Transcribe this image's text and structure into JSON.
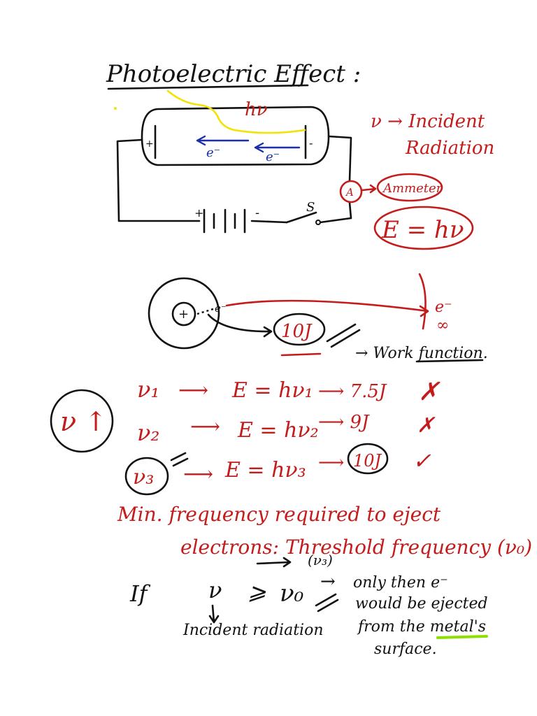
{
  "title": "Photoelectric Effect :",
  "circuit": {
    "photon_label": "hν",
    "plus_left": "+",
    "minus_right": "-",
    "electron_left": "e⁻",
    "electron_right": "e⁻",
    "battery_plus": "+",
    "battery_minus": "-",
    "switch_label": "S",
    "ammeter_symbol": "A",
    "ammeter_label": "Ammeter",
    "equation": "E = hν"
  },
  "notes": {
    "nu_definition": "ν → Incident",
    "nu_definition_2": "Radiation"
  },
  "atom": {
    "nucleus": "+",
    "electron": "e⁻",
    "infinity_label": "e⁻",
    "infinity_symbol": "∞",
    "energy_box": "10J",
    "work_function": "→ Work function."
  },
  "frequency_increase": "ν ↑",
  "rows": [
    {
      "nu": "ν₁",
      "arrow": "⟶",
      "eq": "E = hν₁",
      "energy": "⟶ 7.5J",
      "mark": "✗"
    },
    {
      "nu": "ν₂",
      "arrow": "⟶",
      "eq": "E = hν₂",
      "energy": "⟶ 9J",
      "mark": "✗"
    },
    {
      "nu": "ν₃",
      "arrow": "⟶",
      "eq": "E = hν₃",
      "energy": "⟶",
      "boxed_energy": "10J",
      "mark": "✓"
    }
  ],
  "threshold": {
    "line1": "Min. frequency required to eject",
    "line2": "electrons: Threshold frequency (ν₀)",
    "nu3_note": "(ν₃)"
  },
  "condition": {
    "if": "If",
    "nu": "ν",
    "ge": "⩾",
    "nu0": "ν₀",
    "arrow": "→",
    "result1": "only then e⁻",
    "result2": "would be ejected",
    "result3": "from the metal's",
    "result4": "surface.",
    "incident": "Incident radiation"
  },
  "colors": {
    "black": "#111111",
    "red": "#c41b1b",
    "blue": "#1b2fa8",
    "yellow": "#f2e300",
    "green": "#8ee000"
  }
}
